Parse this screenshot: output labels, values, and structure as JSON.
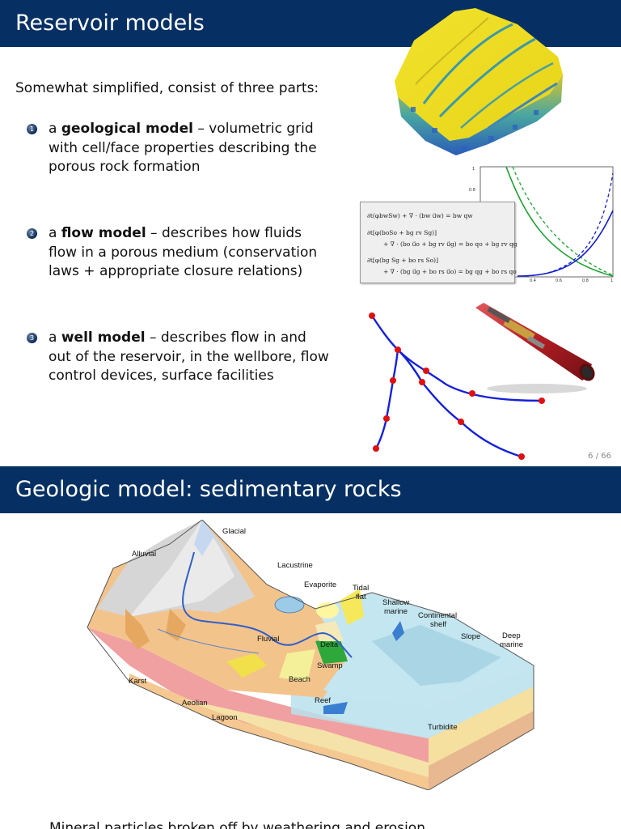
{
  "slide1": {
    "title": "Reservoir models",
    "intro": "Somewhat simplified, consist of three parts:",
    "items": [
      {
        "num": "1",
        "prefix": "a ",
        "term": "geological model",
        "rest": " – volumetric grid with cell/face properties describing the porous rock formation"
      },
      {
        "num": "2",
        "prefix": "a ",
        "term": "flow model",
        "rest": " – describes how fluids flow in a porous medium (conservation laws + appropriate closure relations)"
      },
      {
        "num": "3",
        "prefix": "a ",
        "term": "well model",
        "rest": " – describes flow in and out of the reservoir, in the wellbore, flow control devices, surface facilities"
      }
    ],
    "page": "6 / 66",
    "equations": [
      "∂t(φbwSw) + ∇ · (bw u⃗w) = bw qw",
      "∂t[φ(boSo + bg rv Sg)]",
      "+ ∇ · (bo u⃗o + bg rv u⃗g) = bo qo + bg rv qg",
      "∂t[φ(bg Sg + bo rs So)]",
      "+ ∇ · (bg u⃗g + bo rs u⃗o) = bg qg + bo rs qo"
    ],
    "plot_ticks": {
      "y": [
        "1",
        "0.8"
      ],
      "x": [
        "0.4",
        "0.6",
        "0.8",
        "1"
      ]
    }
  },
  "slide2": {
    "title": "Geologic model: sedimentary rocks",
    "labels": {
      "glacial": "Glacial",
      "alluvial": "Alluvial",
      "lacustrine": "Lacustrine",
      "evaporite": "Evaporite",
      "tidal1": "Tidal",
      "tidal2": "flat",
      "shallow1": "Shallow",
      "shallow2": "marine",
      "continental1": "Continental",
      "continental2": "shelf",
      "slope": "Slope",
      "deep1": "Deep",
      "deep2": "marine",
      "fluvial": "Fluvial",
      "delta": "Delta",
      "swamp": "Swamp",
      "karst": "Karst",
      "beach": "Beach",
      "aeolian": "Aeolian",
      "lagoon": "Lagoon",
      "reef": "Reef",
      "turbidite": "Turbidite"
    },
    "bottom_text": "Mineral particles broken off by weathering and erosion"
  },
  "colors": {
    "title_bar": "#063063",
    "well_line": "#1520d8",
    "well_node": "#e01010"
  }
}
